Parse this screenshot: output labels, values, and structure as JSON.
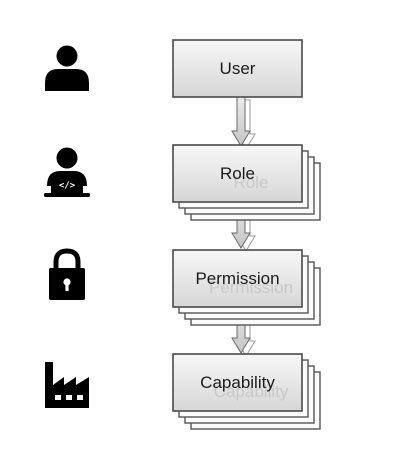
{
  "diagram": {
    "nodes": [
      {
        "id": "user",
        "label": "User",
        "icon": "user-icon"
      },
      {
        "id": "role",
        "label": "Role",
        "icon": "developer-laptop-icon"
      },
      {
        "id": "permission",
        "label": "Permission",
        "icon": "padlock-icon"
      },
      {
        "id": "capability",
        "label": "Capability",
        "icon": "factory-icon"
      }
    ],
    "colors": {
      "icon": "#000000",
      "box_fill_light": "#f6f6f6",
      "box_fill_dark": "#dcdcdc",
      "box_border": "#4a4a4a",
      "arrow_fill": "#d8d8d8",
      "arrow_stroke": "#6a6a6a"
    }
  }
}
